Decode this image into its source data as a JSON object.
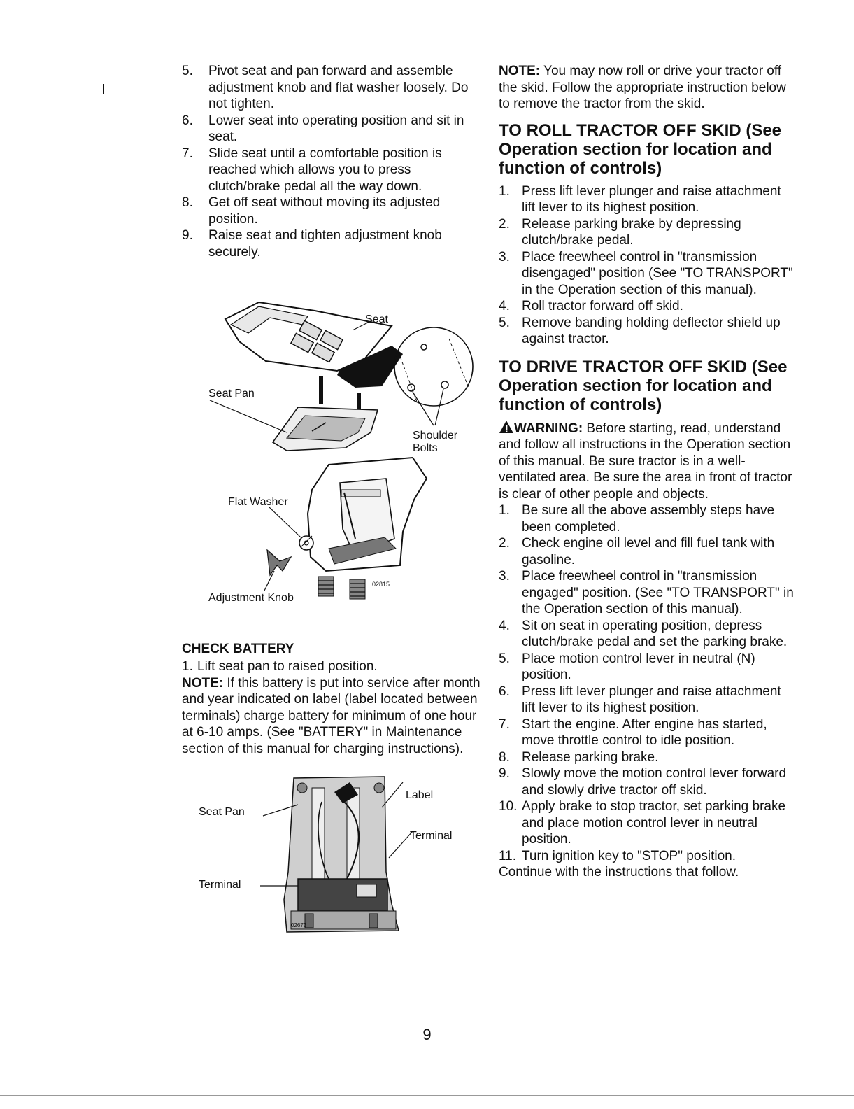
{
  "left_steps": [
    {
      "num": "5.",
      "text": "Pivot seat and pan forward and assemble adjustment knob and flat washer loosely. Do not tighten."
    },
    {
      "num": "6.",
      "text": "Lower seat into operating position and sit in seat."
    },
    {
      "num": "7.",
      "text": "Slide seat until a comfortable position is reached which allows you to press clutch/brake pedal all the way down."
    },
    {
      "num": "8.",
      "text": "Get off seat without moving its adjusted position."
    },
    {
      "num": "9.",
      "text": "Raise seat and tighten adjustment knob securely."
    }
  ],
  "figure1": {
    "seat": "Seat",
    "seat_pan": "Seat Pan",
    "shoulder_bolts_1": "Shoulder",
    "shoulder_bolts_2": "Bolts",
    "flat_washer": "Flat Washer",
    "adjustment_knob": "Adjustment Knob",
    "code": "02815"
  },
  "check_battery": {
    "heading": "CHECK BATTERY",
    "step1_num": "1.",
    "step1": "Lift seat pan to raised position.",
    "note_label": "NOTE:",
    "note_text": " If this battery is put into service after month and year indicated on label (label located between terminals) charge battery for minimum of one hour at 6-10 amps. (See \"BATTERY\" in Maintenance section of this manual for charging instructions)."
  },
  "figure2": {
    "seat_pan": "Seat Pan",
    "label": "Label",
    "terminal_right": "Terminal",
    "terminal_left": "Terminal",
    "code": "02672"
  },
  "right": {
    "note_label": "NOTE:",
    "note_text": " You may now roll or drive your tractor off the skid. Follow the appropriate instruction below to remove the tractor from the skid.",
    "roll_heading": "TO ROLL TRACTOR OFF SKID (See Operation section for location and function of controls)",
    "roll_steps": [
      {
        "num": "1.",
        "text": "Press lift lever plunger and raise attachment lift lever to its highest position."
      },
      {
        "num": "2.",
        "text": "Release parking brake by depressing clutch/brake pedal."
      },
      {
        "num": "3.",
        "text": "Place freewheel control in \"transmission disengaged\" position (See \"TO TRANSPORT\" in the Operation section of this manual)."
      },
      {
        "num": "4.",
        "text": "Roll tractor forward off skid."
      },
      {
        "num": "5.",
        "text": "Remove banding holding deflector shield up against tractor."
      }
    ],
    "drive_heading": "TO DRIVE TRACTOR OFF SKID (See Operation section for location and function of controls)",
    "warning_label": "WARNING:",
    "warning_text": " Before starting, read, understand and follow all instructions in the Operation section of this manual. Be sure tractor is in a well-ventilated area. Be sure the area in front of tractor is clear of other people and objects.",
    "drive_steps": [
      {
        "num": "1.",
        "text": "Be sure all the above assembly steps have been completed."
      },
      {
        "num": "2.",
        "text": "Check engine oil level and fill fuel tank with gasoline."
      },
      {
        "num": "3.",
        "text": "Place freewheel control in \"transmission engaged\" position. (See \"TO TRANSPORT\" in the Operation section of this manual)."
      },
      {
        "num": "4.",
        "text": "Sit on seat in operating position, depress clutch/brake pedal and set the parking brake."
      },
      {
        "num": "5.",
        "text": "Place motion control lever in neutral (N) position."
      },
      {
        "num": "6.",
        "text": "Press lift lever plunger and raise attachment lift lever to its highest position."
      },
      {
        "num": "7.",
        "text": "Start the engine. After engine has started, move throttle control to idle position."
      },
      {
        "num": "8.",
        "text": "Release parking brake."
      },
      {
        "num": "9.",
        "text": "Slowly move the motion control lever forward and slowly drive tractor off skid."
      },
      {
        "num": "10.",
        "text": "Apply brake to stop tractor, set parking brake and place motion control lever in neutral position."
      },
      {
        "num": "11.",
        "text": "Turn ignition key to \"STOP\" position."
      }
    ],
    "continue_text": "Continue with the instructions that follow."
  },
  "page_number": "9"
}
